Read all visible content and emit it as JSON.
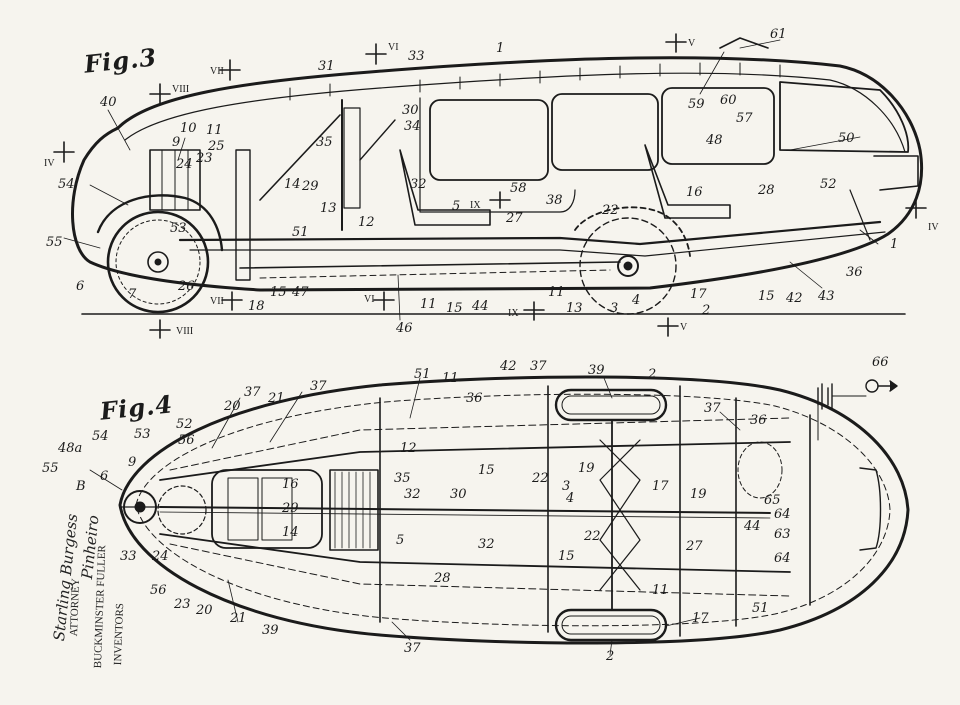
{
  "figures": [
    {
      "id": "fig3",
      "title": "Fig.3"
    },
    {
      "id": "fig4",
      "title": "Fig.4"
    }
  ],
  "section_marks": [
    "VI",
    "VII",
    "VIII",
    "IV",
    "IX",
    "V",
    "VI",
    "VII",
    "VIII",
    "IX",
    "V",
    "IV"
  ],
  "fig3_refs": [
    "40",
    "10",
    "9",
    "11",
    "25",
    "23",
    "24",
    "54",
    "53",
    "55",
    "6",
    "7",
    "26",
    "18",
    "15",
    "47",
    "35",
    "14",
    "29",
    "13",
    "51",
    "12",
    "46",
    "11",
    "15",
    "44",
    "31",
    "33",
    "30",
    "34",
    "32",
    "5",
    "27",
    "58",
    "38",
    "22",
    "11",
    "13",
    "3",
    "4",
    "2",
    "17",
    "16",
    "28",
    "15",
    "42",
    "43",
    "1",
    "59",
    "60",
    "57",
    "48",
    "50",
    "52",
    "36",
    "61",
    "1"
  ],
  "fig4_refs": [
    "48a",
    "54",
    "53",
    "55",
    "9",
    "6",
    "52",
    "56",
    "20",
    "37",
    "21",
    "37",
    "51",
    "11",
    "42",
    "36",
    "37",
    "39",
    "2",
    "12",
    "15",
    "22",
    "19",
    "3",
    "4",
    "17",
    "16",
    "29",
    "14",
    "35",
    "32",
    "30",
    "5",
    "32",
    "15",
    "22",
    "19",
    "27",
    "44",
    "28",
    "11",
    "17",
    "37",
    "2",
    "51",
    "39",
    "21",
    "20",
    "23",
    "56",
    "24",
    "33",
    "B",
    "37",
    "36",
    "65",
    "64",
    "63",
    "64",
    "66"
  ],
  "inventor_block": {
    "label": "INVENTORS",
    "name": "BUCKMINSTER FULLER",
    "attorney": "ATTORNEY",
    "signature_inventor": "Starling Burgess",
    "signature_attorney": "Pinheiro"
  }
}
